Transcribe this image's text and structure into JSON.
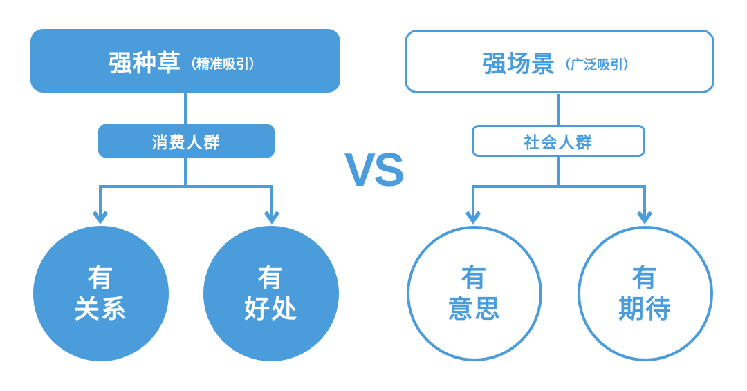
{
  "colors": {
    "blue": "#4A9CDB",
    "background": "#FFFFFF"
  },
  "diagram": {
    "vs_label": "VS",
    "left": {
      "header": {
        "title": "强种草",
        "subtitle": "（精准吸引）"
      },
      "group": "消费人群",
      "circles": [
        {
          "line1": "有",
          "line2": "关系"
        },
        {
          "line1": "有",
          "line2": "好处"
        }
      ]
    },
    "right": {
      "header": {
        "title": "强场景",
        "subtitle": "（广泛吸引）"
      },
      "group": "社会人群",
      "circles": [
        {
          "line1": "有",
          "line2": "意思"
        },
        {
          "line1": "有",
          "line2": "期待"
        }
      ]
    }
  }
}
